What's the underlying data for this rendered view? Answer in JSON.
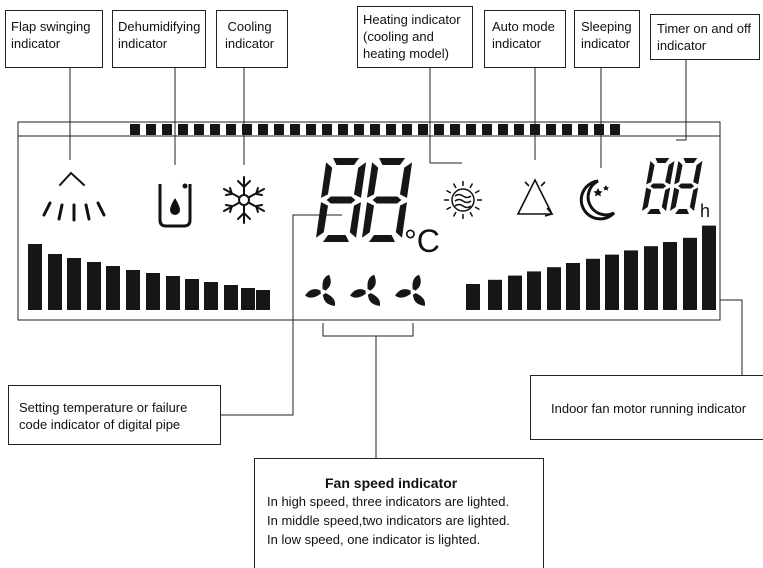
{
  "labels": {
    "flap": "Flap swinging\nindicator",
    "dehumidifying": "Dehumidifying\nindicator",
    "cooling": "Cooling\nindicator",
    "heating": "Heating indicator\n(cooling and\nheating model)",
    "auto": "Auto mode\nindicator",
    "sleeping": "Sleeping\nindicator",
    "timer": "Timer on and off\nindicator",
    "setting_temp": "Setting temperature or failure\ncode indicator of digital pipe",
    "indoor_fan": "Indoor fan motor running indicator"
  },
  "fan_speed": {
    "title": "Fan speed indicator",
    "lines": [
      "In high speed, three indicators are lighted.",
      "In middle speed,two indicators are lighted.",
      "In low speed, one indicator is lighted."
    ]
  },
  "display": {
    "temperature_digits": "88",
    "temperature_unit": "°C",
    "timer_digits": "88",
    "timer_unit": "h"
  },
  "colors": {
    "ink": "#111111",
    "segment": "#161616"
  },
  "icons": [
    "flap-swing-icon",
    "dehumidify-icon",
    "snowflake-icon",
    "sun-heating-icon",
    "auto-triangle-icon",
    "moon-sleep-icon",
    "fan-icon"
  ]
}
